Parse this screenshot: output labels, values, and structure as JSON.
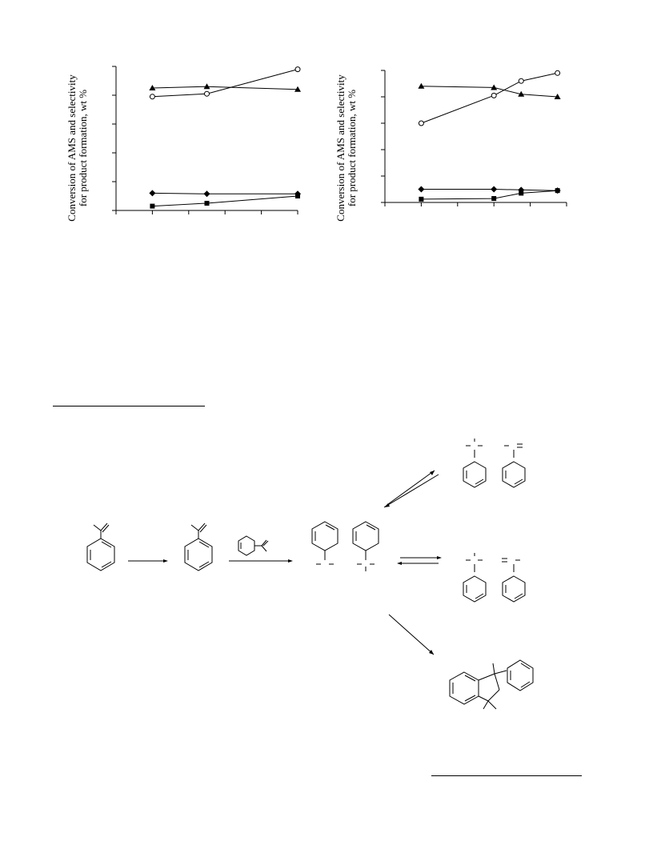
{
  "charts": [
    {
      "ylabel_line1": "Conversion of AMS and selectivity",
      "ylabel_line2": "for product formation, wt %"
    },
    {
      "ylabel_line1": "Conversion of AMS and selectivity",
      "ylabel_line2": "for product formation, wt %"
    }
  ],
  "chart_data": [
    {
      "type": "line",
      "title": "",
      "xlabel": "",
      "ylabel": "Conversion of AMS and selectivity for product formation, wt %",
      "xlim": [
        0,
        5
      ],
      "ylim": [
        0,
        100
      ],
      "grid": false,
      "series": [
        {
          "marker": "circle-open",
          "x": [
            1,
            2.5,
            5
          ],
          "values": [
            79,
            81,
            98
          ]
        },
        {
          "marker": "triangle",
          "x": [
            1,
            2.5,
            5
          ],
          "values": [
            85,
            86,
            84
          ]
        },
        {
          "marker": "diamond",
          "x": [
            1,
            2.5,
            5
          ],
          "values": [
            12,
            11.5,
            11.5
          ]
        },
        {
          "marker": "square",
          "x": [
            1,
            2.5,
            5
          ],
          "values": [
            3,
            5,
            10
          ]
        }
      ]
    },
    {
      "type": "line",
      "title": "",
      "xlabel": "",
      "ylabel": "Conversion of AMS and selectivity for product formation, wt %",
      "xlim": [
        0,
        5
      ],
      "ylim": [
        0,
        100
      ],
      "grid": false,
      "series": [
        {
          "marker": "circle-open",
          "x": [
            1,
            3,
            3.75,
            4.75
          ],
          "values": [
            60,
            81,
            92,
            98
          ]
        },
        {
          "marker": "triangle",
          "x": [
            1,
            3,
            3.75,
            4.75
          ],
          "values": [
            88,
            87,
            82,
            80
          ]
        },
        {
          "marker": "diamond",
          "x": [
            1,
            3,
            3.75,
            4.75
          ],
          "values": [
            10,
            10,
            9.5,
            9
          ]
        },
        {
          "marker": "square",
          "x": [
            1,
            3,
            3.75,
            4.75
          ],
          "values": [
            2.5,
            3,
            7,
            9
          ]
        }
      ]
    }
  ]
}
